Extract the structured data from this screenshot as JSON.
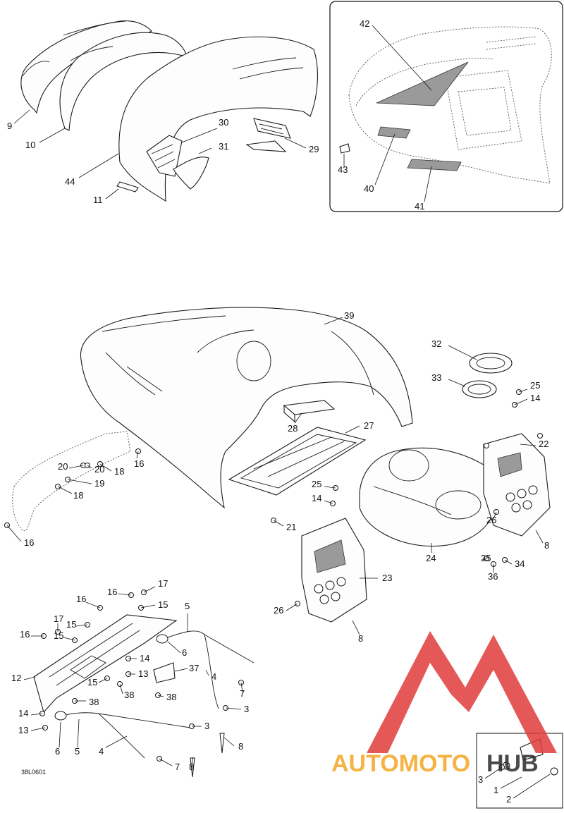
{
  "diagram_code": "38L0601",
  "watermark": {
    "text_a": "AUTOMOTO",
    "text_b": "HUB",
    "color_a": "#f5a623",
    "color_b": "#2b2b2b",
    "logo_color": "#e03b3b"
  },
  "callouts": [
    {
      "id": "c9",
      "label": "9"
    },
    {
      "id": "c10",
      "label": "10"
    },
    {
      "id": "c44",
      "label": "44"
    },
    {
      "id": "c11",
      "label": "11"
    },
    {
      "id": "c30",
      "label": "30"
    },
    {
      "id": "c31",
      "label": "31"
    },
    {
      "id": "c29",
      "label": "29"
    },
    {
      "id": "c42",
      "label": "42"
    },
    {
      "id": "c43",
      "label": "43"
    },
    {
      "id": "c40",
      "label": "40"
    },
    {
      "id": "c41",
      "label": "41"
    },
    {
      "id": "c39",
      "label": "39"
    },
    {
      "id": "c32",
      "label": "32"
    },
    {
      "id": "c33",
      "label": "33"
    },
    {
      "id": "c28",
      "label": "28"
    },
    {
      "id": "c27",
      "label": "27"
    },
    {
      "id": "c25a",
      "label": "25"
    },
    {
      "id": "c14a",
      "label": "14"
    },
    {
      "id": "c22",
      "label": "22"
    },
    {
      "id": "c20a",
      "label": "20"
    },
    {
      "id": "c20b",
      "label": "20"
    },
    {
      "id": "c18a",
      "label": "18"
    },
    {
      "id": "c16a",
      "label": "16"
    },
    {
      "id": "c19",
      "label": "19"
    },
    {
      "id": "c18b",
      "label": "18"
    },
    {
      "id": "c16b",
      "label": "16"
    },
    {
      "id": "c25b",
      "label": "25"
    },
    {
      "id": "c14b",
      "label": "14"
    },
    {
      "id": "c21",
      "label": "21"
    },
    {
      "id": "c26a",
      "label": "26"
    },
    {
      "id": "c8a",
      "label": "8"
    },
    {
      "id": "c24",
      "label": "24"
    },
    {
      "id": "c35",
      "label": "35"
    },
    {
      "id": "c34",
      "label": "34"
    },
    {
      "id": "c36",
      "label": "36"
    },
    {
      "id": "c23",
      "label": "23"
    },
    {
      "id": "c26b",
      "label": "26"
    },
    {
      "id": "c8b",
      "label": "8"
    },
    {
      "id": "c16c",
      "label": "16"
    },
    {
      "id": "c17a",
      "label": "17"
    },
    {
      "id": "c16d",
      "label": "16"
    },
    {
      "id": "c15a",
      "label": "15"
    },
    {
      "id": "c5a",
      "label": "5"
    },
    {
      "id": "c17b",
      "label": "17"
    },
    {
      "id": "c15b",
      "label": "15"
    },
    {
      "id": "c16e",
      "label": "16"
    },
    {
      "id": "c15c",
      "label": "15"
    },
    {
      "id": "c6a",
      "label": "6"
    },
    {
      "id": "c14c",
      "label": "14"
    },
    {
      "id": "c37",
      "label": "37"
    },
    {
      "id": "c12",
      "label": "12"
    },
    {
      "id": "c13a",
      "label": "13"
    },
    {
      "id": "c4a",
      "label": "4"
    },
    {
      "id": "c15d",
      "label": "15"
    },
    {
      "id": "c38a",
      "label": "38"
    },
    {
      "id": "c7a",
      "label": "7"
    },
    {
      "id": "c38b",
      "label": "38"
    },
    {
      "id": "c38c",
      "label": "38"
    },
    {
      "id": "c3a",
      "label": "3"
    },
    {
      "id": "c14d",
      "label": "14"
    },
    {
      "id": "c13b",
      "label": "13"
    },
    {
      "id": "c3b",
      "label": "3"
    },
    {
      "id": "c8c",
      "label": "8"
    },
    {
      "id": "c6b",
      "label": "6"
    },
    {
      "id": "c5b",
      "label": "5"
    },
    {
      "id": "c4b",
      "label": "4"
    },
    {
      "id": "c7b",
      "label": "7"
    },
    {
      "id": "c8d",
      "label": "8"
    },
    {
      "id": "c3c",
      "label": "3"
    },
    {
      "id": "c1",
      "label": "1"
    },
    {
      "id": "c2",
      "label": "2"
    }
  ]
}
